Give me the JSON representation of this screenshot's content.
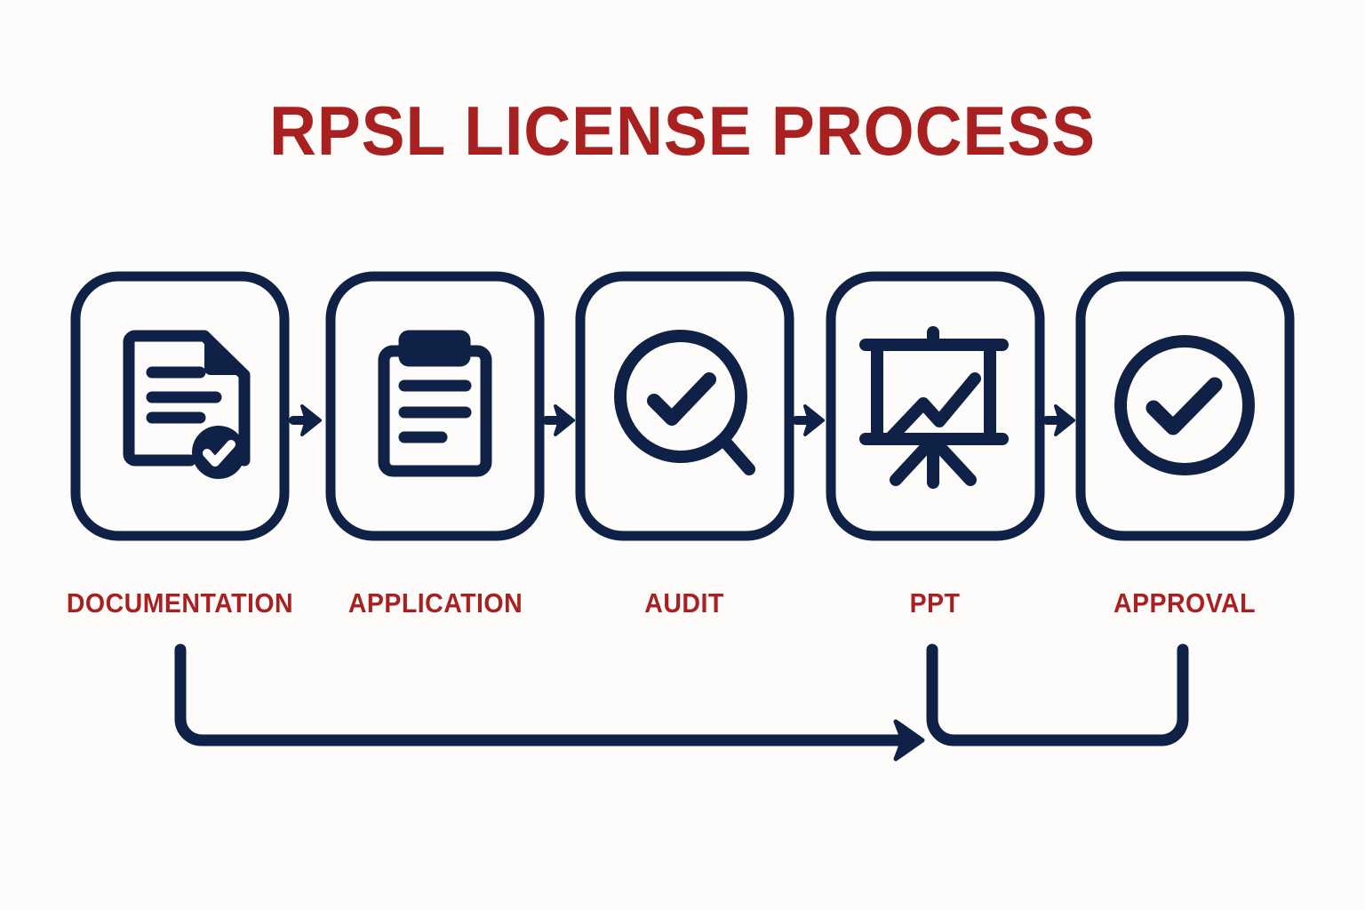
{
  "page": {
    "title": "RPSL LICENSE PROCESS",
    "background_color": "#fdfcfa",
    "accent_red": "#a82020",
    "navy": "#0f2146"
  },
  "diagram": {
    "type": "process-flow",
    "orientation": "horizontal",
    "step_count": 5,
    "steps": [
      {
        "index": 1,
        "label": "DOCUMENTATION",
        "icon": "document-check-icon",
        "icon_description": "Sheet of paper with folded corner, three text lines and a filled check badge"
      },
      {
        "index": 2,
        "label": "APPLICATION",
        "icon": "clipboard-icon",
        "icon_description": "Clipboard with filled top clip and three text lines"
      },
      {
        "index": 3,
        "label": "AUDIT",
        "icon": "magnifier-check-icon",
        "icon_description": "Magnifying glass containing a check mark"
      },
      {
        "index": 4,
        "label": "PPT",
        "icon": "presentation-chart-icon",
        "icon_description": "Presentation board on tripod showing a rising zigzag line"
      },
      {
        "index": 5,
        "label": "APPROVAL",
        "icon": "check-circle-icon",
        "icon_description": "Outlined circle containing a check mark"
      }
    ],
    "connectors": [
      {
        "from": "DOCUMENTATION",
        "to": "APPLICATION",
        "icon": "arrow-right-icon"
      },
      {
        "from": "APPLICATION",
        "to": "AUDIT",
        "icon": "arrow-right-icon"
      },
      {
        "from": "AUDIT",
        "to": "PPT",
        "icon": "arrow-right-icon"
      },
      {
        "from": "PPT",
        "to": "APPROVAL",
        "icon": "arrow-right-icon"
      }
    ],
    "feedback_paths": [
      {
        "name": "documentation-to-ppt-loop",
        "icon": "feedback-arrow-icon",
        "from": "DOCUMENTATION",
        "to": "PPT",
        "direction": "left-to-right",
        "arrowhead": "right"
      },
      {
        "name": "approval-to-ppt-loop",
        "icon": "feedback-loop-icon",
        "from": "APPROVAL",
        "to": "PPT",
        "direction": "right-to-left",
        "arrowhead": "none"
      }
    ]
  }
}
